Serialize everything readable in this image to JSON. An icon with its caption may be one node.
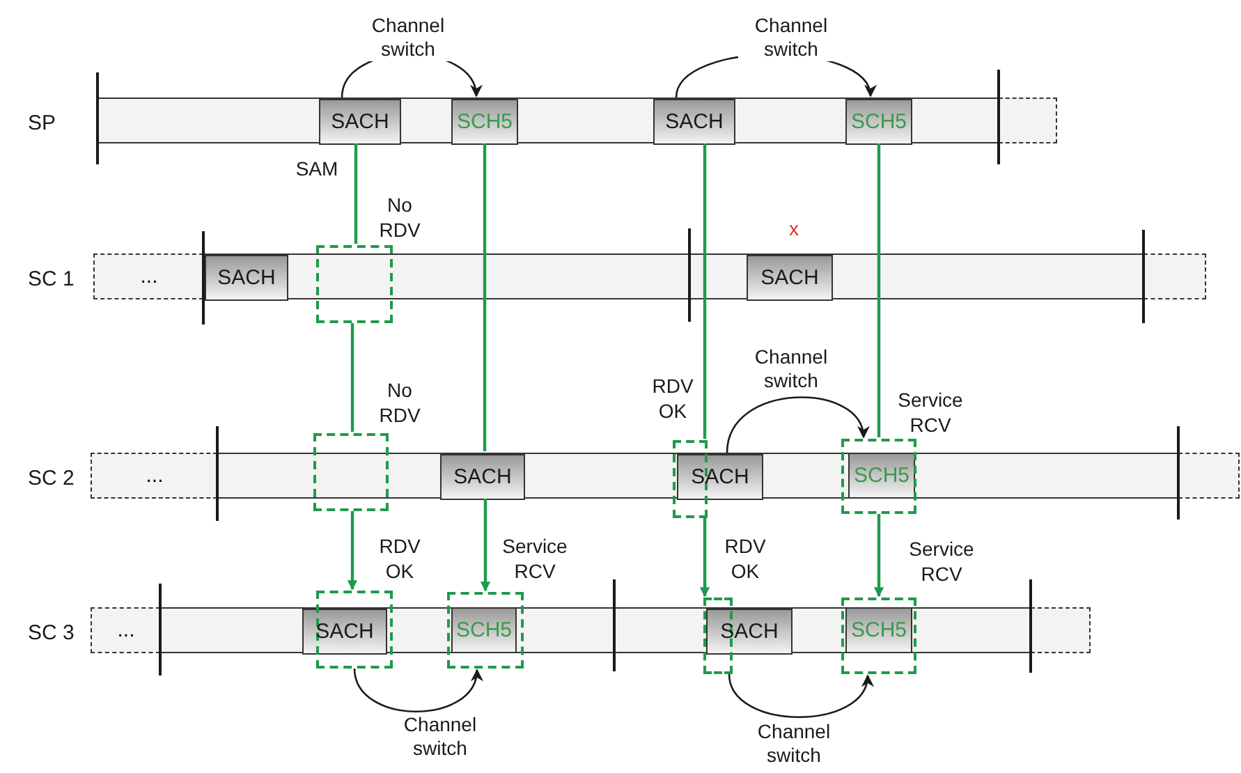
{
  "diagram": {
    "nodes": [
      {
        "text": [],
        "shape": "bar"
      },
      {
        "text": [
          "SACH"
        ],
        "in": 0,
        "beside": [
          "SAM"
        ]
      },
      {
        "text": [
          "SCH5"
        ],
        "in": 0
      },
      {
        "text": [
          "SACH"
        ],
        "in": 0
      },
      {
        "text": [
          "SCH5"
        ],
        "in": 0
      },
      {
        "text": [],
        "shape": "box"
      },
      {
        "text": [
          "..."
        ]
      },
      {
        "text": [],
        "shape": "bar"
      },
      {
        "text": [
          "SACH"
        ],
        "in": 7
      },
      {
        "text": [],
        "shape": "box",
        "beside": [
          "No RDV"
        ]
      },
      {
        "text": [
          "SACH"
        ],
        "in": 7,
        "beside": [
          "x"
        ]
      },
      {
        "text": [],
        "shape": "box"
      },
      {
        "text": [
          "..."
        ]
      },
      {
        "text": [],
        "shape": "bar"
      },
      {
        "text": [],
        "shape": "box",
        "beside": [
          "No RDV"
        ]
      },
      {
        "text": [
          "SACH"
        ],
        "in": 13
      },
      {
        "text": [],
        "shape": "box",
        "beside": [
          "RDV OK"
        ]
      },
      {
        "text": [
          "SACH"
        ],
        "in": 13
      },
      {
        "text": [],
        "shape": "box",
        "beside": [
          "Service RCV"
        ]
      },
      {
        "text": [
          "SCH5"
        ]
      },
      {
        "text": [],
        "shape": "box"
      },
      {
        "text": [
          "..."
        ]
      },
      {
        "text": [],
        "shape": "bar"
      },
      {
        "text": [
          "SACH"
        ],
        "in": 22
      },
      {
        "text": [],
        "shape": "box",
        "beside": [
          "RDV OK"
        ]
      },
      {
        "text": [
          "SCH5"
        ]
      },
      {
        "text": [],
        "shape": "box",
        "beside": [
          "Service RCV"
        ]
      },
      {
        "text": [
          "SACH"
        ],
        "in": 22
      },
      {
        "text": [],
        "shape": "box",
        "beside": [
          "RDV OK"
        ]
      },
      {
        "text": [
          "SCH5"
        ]
      },
      {
        "text": [],
        "shape": "box",
        "beside": [
          "Service RCV"
        ]
      },
      {
        "text": [],
        "shape": "box"
      }
    ],
    "edges": [
      {
        "from": 1,
        "to": 2,
        "arrow": "to",
        "label": "Channel switch",
        "color": "#1a1a1a"
      },
      {
        "from": 3,
        "to": 4,
        "arrow": "to",
        "label": "Channel switch",
        "color": "#1a1a1a"
      },
      {
        "from": 1,
        "to": 9,
        "arrow": "none"
      },
      {
        "from": 9,
        "to": 14,
        "arrow": "none"
      },
      {
        "from": 14,
        "to": 24,
        "arrow": "to"
      },
      {
        "from": 2,
        "to": 15,
        "arrow": "none"
      },
      {
        "from": 15,
        "to": 26,
        "arrow": "to"
      },
      {
        "from": 3,
        "to": 16,
        "arrow": "none"
      },
      {
        "from": 16,
        "to": 28,
        "arrow": "to"
      },
      {
        "from": 4,
        "to": 18,
        "arrow": "none"
      },
      {
        "from": 18,
        "to": 30,
        "arrow": "to"
      },
      {
        "from": 17,
        "to": 18,
        "arrow": "to",
        "label": "Channel switch",
        "color": "#1a1a1a"
      },
      {
        "from": 24,
        "to": 26,
        "arrow": "to",
        "label": "Channel switch",
        "color": "#1a1a1a"
      },
      {
        "from": 28,
        "to": 30,
        "arrow": "to",
        "label": "Channel switch",
        "color": "#1a1a1a"
      }
    ],
    "labels": [
      "SP",
      "SC 1",
      "SC 2",
      "SC 3"
    ]
  }
}
